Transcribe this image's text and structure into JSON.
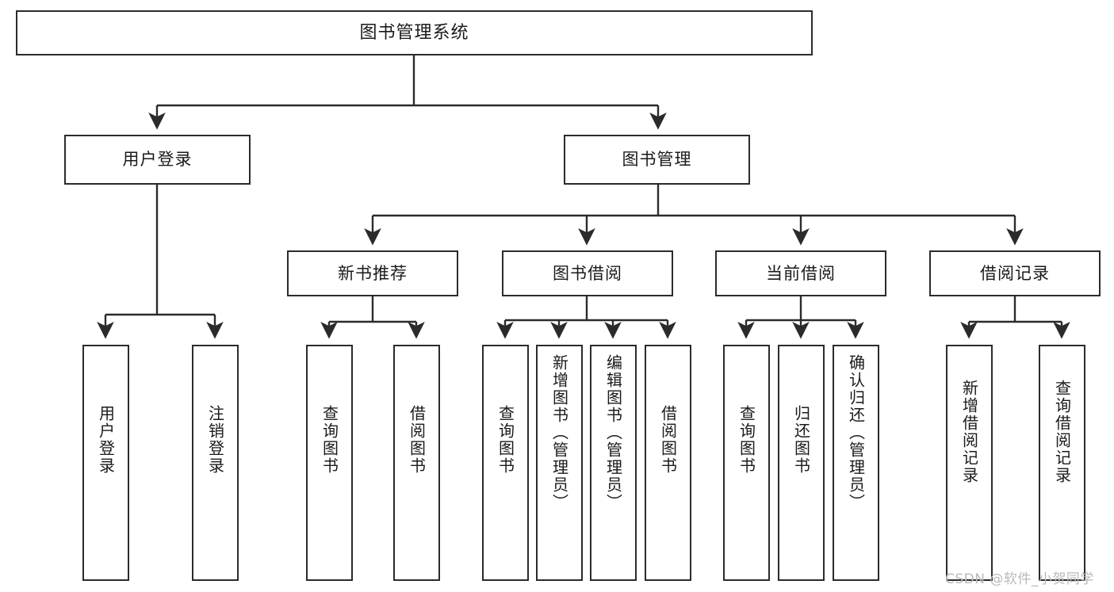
{
  "diagram": {
    "title": "图书管理系统",
    "type": "tree-hierarchy-chart",
    "orientation": "top-down",
    "colors": {
      "box_border": "#2b2b2b",
      "box_fill": "#ffffff",
      "edge": "#2b2b2b",
      "text": "#1a1a1a",
      "watermark": "#b9b9b9",
      "background": "#ffffff"
    }
  },
  "nodes": {
    "root": {
      "label": "图书管理系统"
    },
    "level2": [
      {
        "id": "user-login",
        "label": "用户登录"
      },
      {
        "id": "book-manage",
        "label": "图书管理"
      }
    ],
    "level3": [
      {
        "id": "new-book-recommend",
        "label": "新书推荐"
      },
      {
        "id": "book-borrow",
        "label": "图书借阅"
      },
      {
        "id": "current-borrow",
        "label": "当前借阅"
      },
      {
        "id": "borrow-record",
        "label": "借阅记录"
      }
    ],
    "leaves": {
      "user_login": [
        {
          "id": "leaf-user-login",
          "label": "用户登录"
        },
        {
          "id": "leaf-logout-login",
          "label": "注销登录"
        }
      ],
      "new_book_recommend": [
        {
          "id": "leaf-query-book-1",
          "label": "查询图书"
        },
        {
          "id": "leaf-borrow-book-1",
          "label": "借阅图书"
        }
      ],
      "book_borrow": [
        {
          "id": "leaf-query-book-2",
          "label": "查询图书"
        },
        {
          "id": "leaf-add-book",
          "label": "新增图书（管理员）"
        },
        {
          "id": "leaf-edit-book",
          "label": "编辑图书（管理员）"
        },
        {
          "id": "leaf-borrow-book-2",
          "label": "借阅图书"
        }
      ],
      "current_borrow": [
        {
          "id": "leaf-query-book-3",
          "label": "查询图书"
        },
        {
          "id": "leaf-return-book",
          "label": "归还图书"
        },
        {
          "id": "leaf-confirm-return",
          "label": "确认归还（管理员）"
        }
      ],
      "borrow_record": [
        {
          "id": "leaf-add-record",
          "label": "新增借阅记录"
        },
        {
          "id": "leaf-query-record",
          "label": "查询借阅记录"
        }
      ]
    }
  },
  "watermark": {
    "text": "CSDN @软件_小贺同学"
  }
}
